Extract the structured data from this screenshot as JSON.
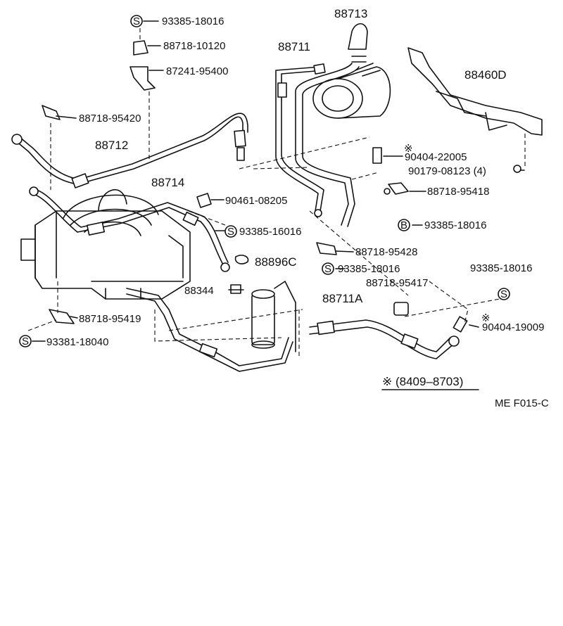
{
  "diagram_code": "ME F015-C",
  "date_range_note": "※ (8409–8703)",
  "marks": {
    "S": "S",
    "B": "B",
    "note": "※"
  },
  "parts": {
    "p93385_18016_top": "93385-18016",
    "p88718_10120": "88718-10120",
    "p87241_95400": "87241-95400",
    "p88718_95420": "88718-95420",
    "p88712": "88712",
    "p88714": "88714",
    "p90461_08205": "90461-08205",
    "p93385_16016": "93385-16016",
    "p88896C": "88896C",
    "p88344": "88344",
    "p88718_95419": "88718-95419",
    "p93381_18040": "93381-18040",
    "p88713": "88713",
    "p88711": "88711",
    "p88460D": "88460D",
    "p90404_22005": "90404-22005",
    "p90179_08123": "90179-08123 (4)",
    "p88718_95418": "88718-95418",
    "p93385_18016_b": "93385-18016",
    "p88718_95428": "88718-95428",
    "p93385_18016_mid": "93385-18016",
    "p88718_95417": "88718-95417",
    "p88711A": "88711A",
    "p93385_18016_right": "93385-18016",
    "p90404_19009": "90404-19009"
  }
}
